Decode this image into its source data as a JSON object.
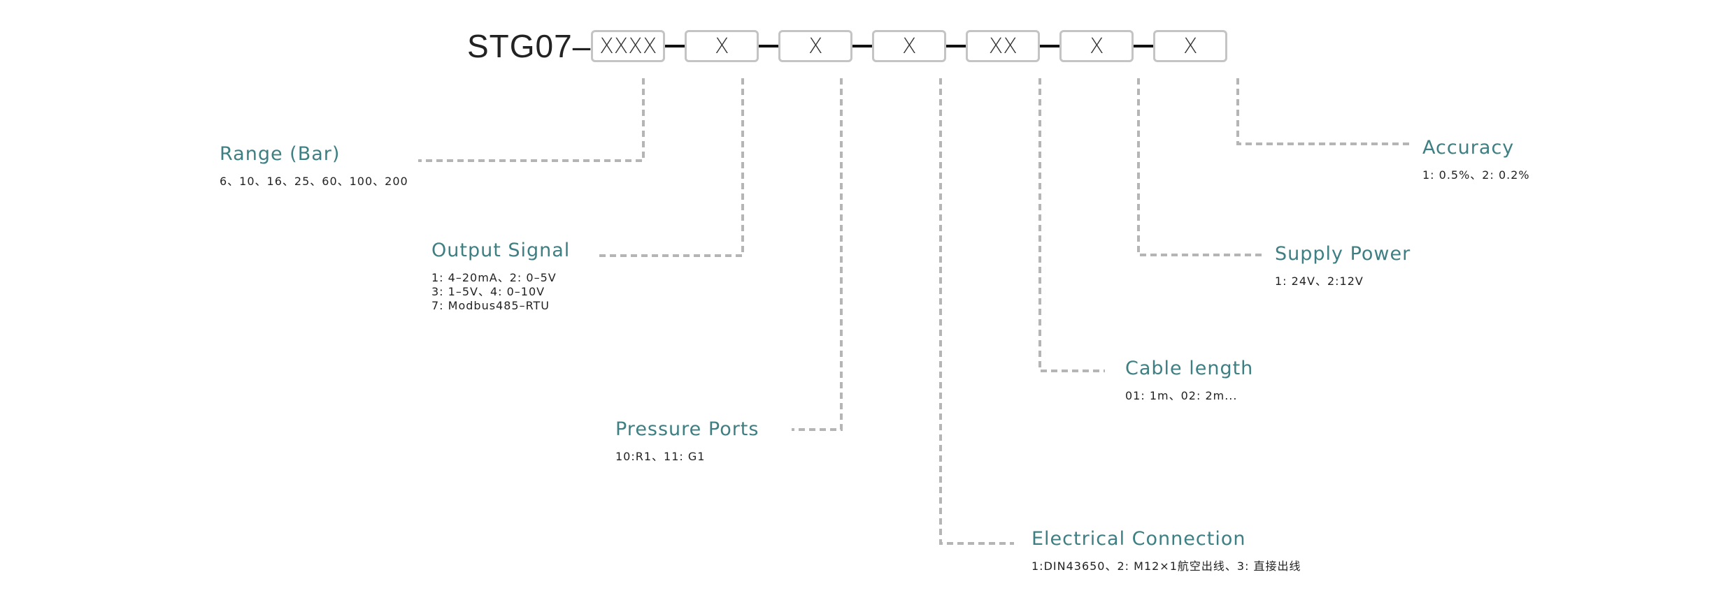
{
  "model_code": {
    "prefix": "STG07–",
    "segments": [
      "XXXX",
      "X",
      "X",
      "X",
      "XX",
      "X",
      "X"
    ]
  },
  "fields": [
    {
      "title": "Range (Bar)",
      "desc": "6、10、16、25、60、100、200"
    },
    {
      "title": "Output Signal",
      "desc": "1: 4–20mA、2: 0–5V\n3: 1–5V、4: 0–10V\n7: Modbus485–RTU"
    },
    {
      "title": "Pressure Ports",
      "desc": "10:R1、11: G1"
    },
    {
      "title": "Electrical Connection",
      "desc": "1:DIN43650、2: M12×1航空出线、3: 直接出线"
    },
    {
      "title": "Cable length",
      "desc": "01: 1m、02: 2m..."
    },
    {
      "title": "Supply Power",
      "desc": "1: 24V、2:12V"
    },
    {
      "title": "Accuracy",
      "desc": "1: 0.5%、2: 0.2%"
    }
  ],
  "colors": {
    "accent": "#3d7f82",
    "connector": "#b5b5b5",
    "box_border": "#c4c4c4"
  }
}
